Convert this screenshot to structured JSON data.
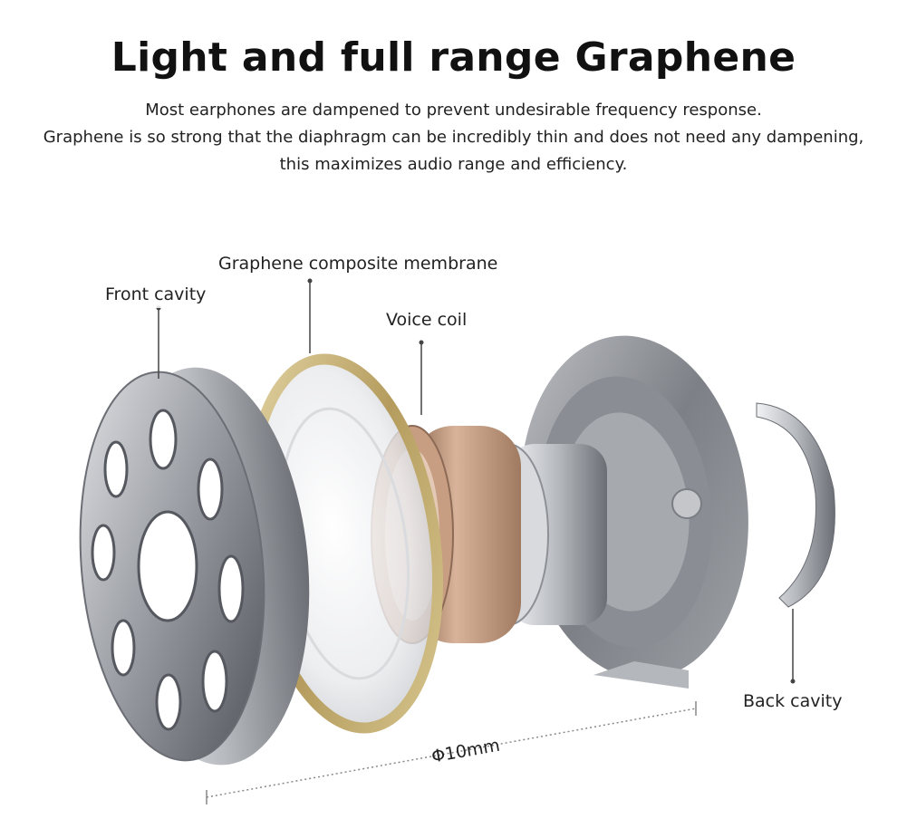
{
  "title": "Light and full range Graphene",
  "description": [
    "Most earphones are dampened to prevent undesirable frequency response.",
    "Graphene is so strong that the diaphragm can be incredibly thin and does not need any dampening,",
    "this maximizes audio range and efficiency."
  ],
  "labels": {
    "front_cavity": "Front cavity",
    "membrane": "Graphene composite membrane",
    "voice_coil": "Voice coil",
    "back_cavity": "Back cavity",
    "diameter": "Φ10mm"
  },
  "colors": {
    "metal_dark": "#5e6166",
    "metal_light": "#c9cbcf",
    "gold_ring": "#c7b27a",
    "copper": "#b98a6a"
  }
}
